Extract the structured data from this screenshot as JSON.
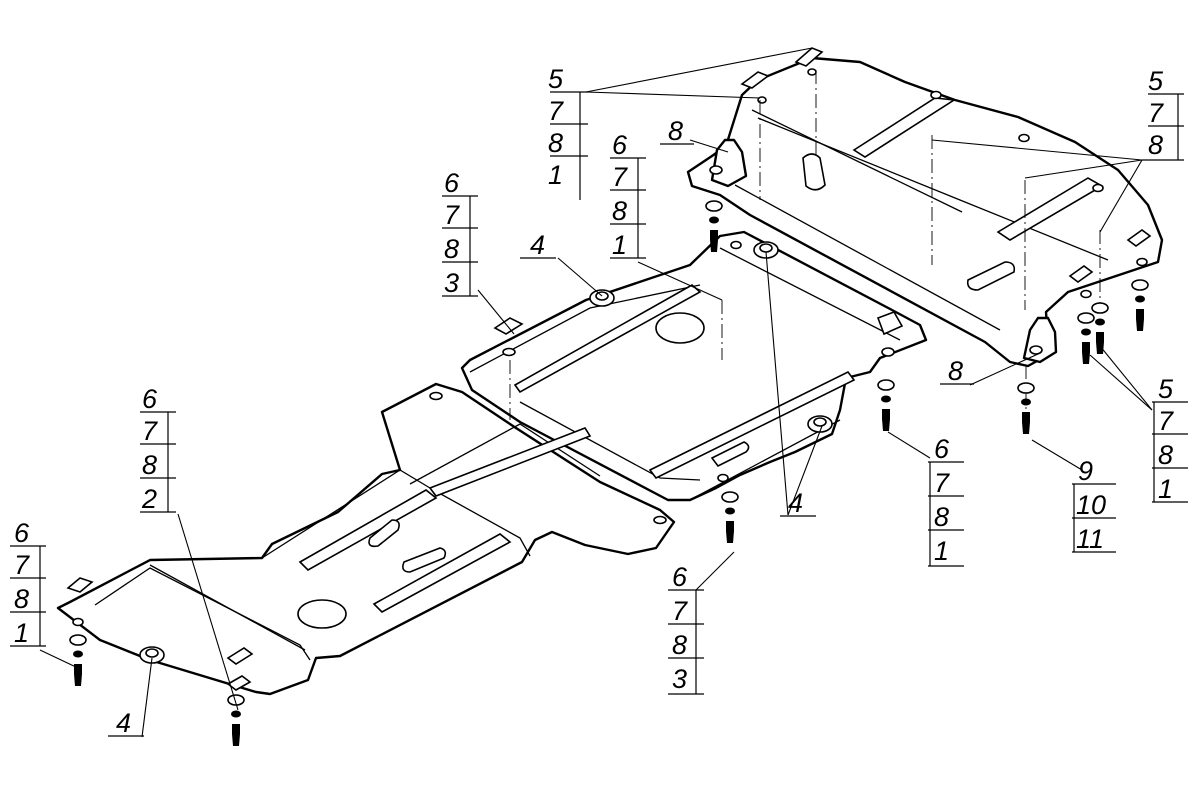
{
  "figure": {
    "type": "exploded-assembly-drawing",
    "subject": "underbody protection plates with fasteners",
    "ink_color": "#000000",
    "paper_color": "#ffffff"
  },
  "callouts": [
    {
      "id": "c1",
      "labels": [
        "5",
        "7",
        "8",
        "1"
      ]
    },
    {
      "id": "c2",
      "labels": [
        "5",
        "7",
        "8"
      ]
    },
    {
      "id": "c3",
      "labels": [
        "8"
      ]
    },
    {
      "id": "c4",
      "labels": [
        "6",
        "7",
        "8",
        "1"
      ]
    },
    {
      "id": "c5",
      "labels": [
        "6",
        "7",
        "8",
        "3"
      ]
    },
    {
      "id": "c6",
      "labels": [
        "4"
      ]
    },
    {
      "id": "c7",
      "labels": [
        "6",
        "7",
        "8",
        "2"
      ]
    },
    {
      "id": "c8",
      "labels": [
        "6",
        "7",
        "8",
        "1"
      ]
    },
    {
      "id": "c9",
      "labels": [
        "4"
      ]
    },
    {
      "id": "c10",
      "labels": [
        "8"
      ]
    },
    {
      "id": "c11",
      "labels": [
        "5",
        "7",
        "8",
        "1"
      ]
    },
    {
      "id": "c12",
      "labels": [
        "9",
        "10",
        "11"
      ]
    },
    {
      "id": "c13",
      "labels": [
        "6",
        "7",
        "8",
        "1"
      ]
    },
    {
      "id": "c14",
      "labels": [
        "4"
      ]
    },
    {
      "id": "c15",
      "labels": [
        "6",
        "7",
        "8",
        "3"
      ]
    }
  ]
}
